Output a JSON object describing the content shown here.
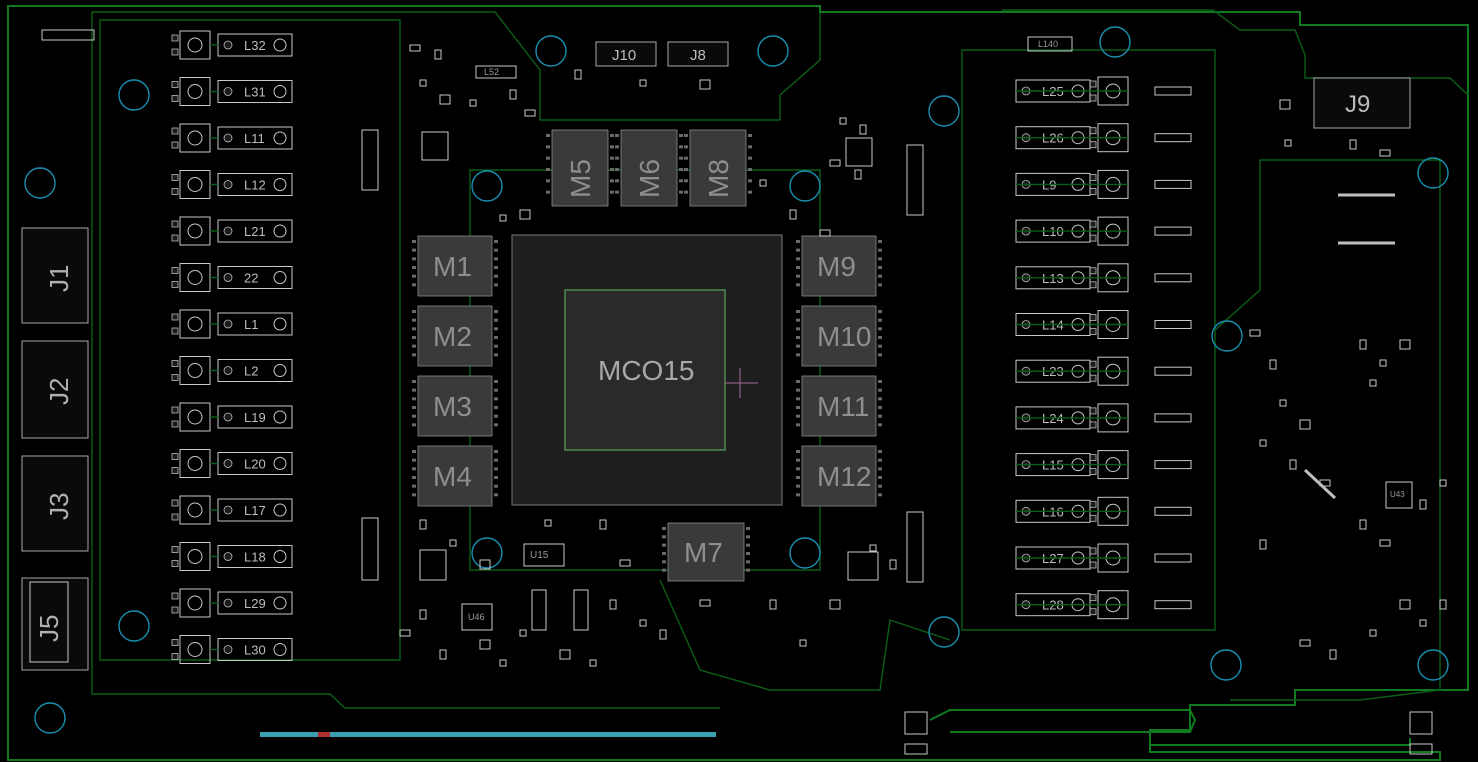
{
  "colors": {
    "background": "#000000",
    "trace": "#0f7a1e",
    "silkscreen": "#c8c8c8",
    "mounting_hole": "#1a8fb0"
  },
  "gpu": {
    "label": "MCO15"
  },
  "memory": {
    "left": [
      "M1",
      "M2",
      "M3",
      "M4"
    ],
    "top": [
      "M5",
      "M6",
      "M8"
    ],
    "right": [
      "M9",
      "M10",
      "M11",
      "M12"
    ],
    "bottom": [
      "M7"
    ]
  },
  "connectors": {
    "J1": "J1",
    "J2": "J2",
    "J3": "J3",
    "J5": "J5",
    "J9": "J9",
    "J10": "J10",
    "J8": "J8"
  },
  "left_inductors": [
    "L32",
    "L31",
    "L11",
    "L12",
    "L21",
    "22",
    "L1",
    "L2",
    "L19",
    "L20",
    "L17",
    "L18",
    "L29",
    "L30"
  ],
  "right_inductors": [
    "L25",
    "L26",
    "L9",
    "L10",
    "L13",
    "L14",
    "L23",
    "L24",
    "L15",
    "L16",
    "L27",
    "L28"
  ],
  "misc_labels": {
    "l52": "L52",
    "u15": "U15",
    "u46": "U46",
    "u43": "U43",
    "l140": "L140"
  }
}
